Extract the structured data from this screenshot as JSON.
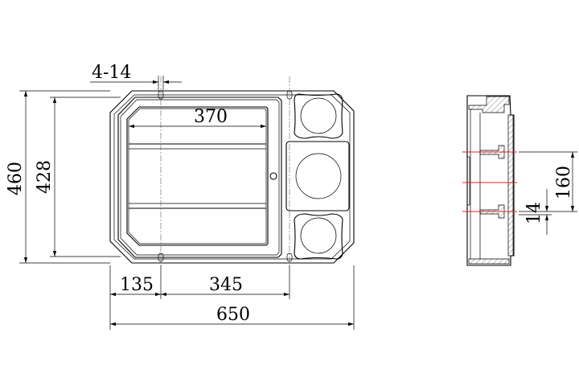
{
  "drawing": {
    "front_view": {
      "hole_spec": "4-14",
      "overall_height": "460",
      "inner_height": "428",
      "window_width": "370",
      "offset_left": "135",
      "hole_spacing": "345",
      "overall_width": "650"
    },
    "section_view": {
      "rib_spacing": "160",
      "rib_thickness": "14"
    },
    "colors": {
      "line": "#000000",
      "centerline_red": "#e0202a"
    }
  }
}
